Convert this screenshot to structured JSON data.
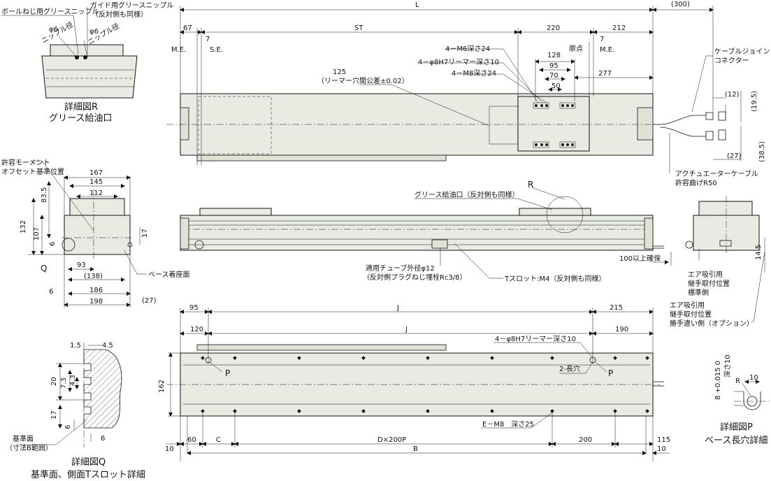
{
  "top_view": {
    "dim_L": "L",
    "dim_300": "(300)",
    "dim_67": "67",
    "dim_ST": "ST",
    "dim_220": "220",
    "dim_212": "212",
    "dim_7a": "7",
    "dim_7b": "7",
    "me_left": "M.E.",
    "se": "S.E.",
    "origin": "原点",
    "me_right": "M.E.",
    "m6": "4－M6深さ24",
    "h7": "4－φ8H7リーマー深さ10",
    "m8": "4－M8深さ24",
    "dim_128": "128",
    "dim_95": "95",
    "dim_70": "70",
    "dim_50": "50",
    "dim_277": "277",
    "dim_125": "125",
    "tol_note": "（リーマー穴間公差±0.02）",
    "cable_joint_1": "ケーブルジョイント",
    "cable_joint_2": "コネクター",
    "dim_12": "(12)",
    "dim_195": "(19.5)",
    "dim_27": "(27)",
    "dim_385": "(38.5)",
    "actuator_cable_1": "アクチュエーターケーブル",
    "actuator_cable_2": "許容曲げR50"
  },
  "side_view": {
    "label_R": "R",
    "grease_note": "グリース給油口（反対側も同様）",
    "tube_1": "適用チューブ外径φ12",
    "tube_2": "（反対側プラグねじ埋栓Rc3/8）",
    "tslot": "Tスロット:M4（反対側も同様）",
    "clearance": "100以上確保"
  },
  "detail_R": {
    "ball_grease": "ボールねじ用グリースニップル",
    "guide_grease_1": "ガイド用グリースニップル",
    "guide_grease_2": "（反対側も同様）",
    "phi6a": "φ6",
    "nipple_a": "ニップル径",
    "phi6b": "φ6",
    "nipple_b": "ニップル径",
    "title_1": "詳細図R",
    "title_2": "グリース給油口"
  },
  "end_view": {
    "moment_1": "許容モーメント",
    "moment_2": "オフセット基準位置",
    "dim_167": "167",
    "dim_145": "145",
    "dim_112": "112",
    "dim_835": "83.5",
    "dim_132": "132",
    "dim_107": "107",
    "dim_6a": "6",
    "label_Q": "Q",
    "dim_93": "93",
    "dim_138": "(138)",
    "dim_186": "186",
    "dim_6b": "6",
    "dim_198": "198",
    "dim_17": "17",
    "base_face": "ベース着座面",
    "dim_27b": "(27)"
  },
  "right_end": {
    "dim_145": "14.5",
    "air_std_1": "エア吸引用",
    "air_std_2": "継手取付位置",
    "air_std_3": "標準側",
    "air_opt_1": "エア吸引用",
    "air_opt_2": "継手取付位置",
    "air_opt_3": "勝手違い側（オプション）"
  },
  "bottom_view": {
    "dim_95": "95",
    "dim_J1": "J",
    "dim_215": "215",
    "dim_120": "120",
    "dim_J2": "J",
    "dim_190": "190",
    "h7": "4－φ8H7リーマー深さ10",
    "label_P1": "P",
    "slot_2": "2-長穴",
    "label_P2": "P",
    "dim_162": "162",
    "em8": "E－M8　深さ25",
    "dim_10a": "10",
    "dim_60": "60",
    "dim_C": "C",
    "dim_D": "D×200P",
    "dim_200": "200",
    "dim_115": "115",
    "dim_B": "B",
    "dim_10b": "10"
  },
  "detail_Q": {
    "dim_15": "1.5",
    "dim_45": "4.5",
    "dim_20": "20",
    "dim_73": "7.3",
    "dim_43": "4.3",
    "dim_17": "17",
    "dim_6a": "6",
    "dim_6b": "6",
    "ref_1": "基準面",
    "ref_2": "（寸法B範囲）",
    "title_1": "詳細図Q",
    "title_2": "基準面、側面Tスロット詳細"
  },
  "detail_P": {
    "depth": "深さ10",
    "tol": "8 +0.015 0",
    "dim_r": "R",
    "dim_10": "10",
    "title_1": "詳細図P",
    "title_2": "ベース長穴詳細"
  }
}
